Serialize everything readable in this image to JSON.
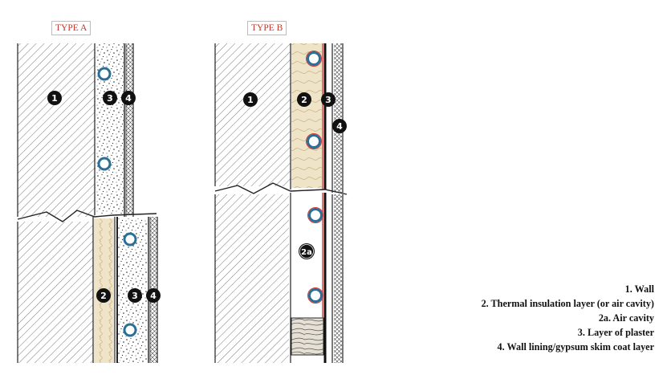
{
  "diagram": {
    "type_a": {
      "label": "TYPE A"
    },
    "type_b": {
      "label": "TYPE B"
    },
    "markers": {
      "m1": "1",
      "m2": "2",
      "m2a": "2a",
      "m3": "3",
      "m4": "4"
    },
    "legend": [
      "1. Wall",
      "2. Thermal insulation layer (or air cavity)",
      "2a. Air cavity",
      "3. Layer of plaster",
      "4. Wall lining/gypsum skim coat layer"
    ],
    "colors": {
      "ring": "#2a6f97",
      "accent_line": "#d23b3b",
      "label_text": "#c0392b",
      "insulation": "#efe4c8"
    }
  }
}
